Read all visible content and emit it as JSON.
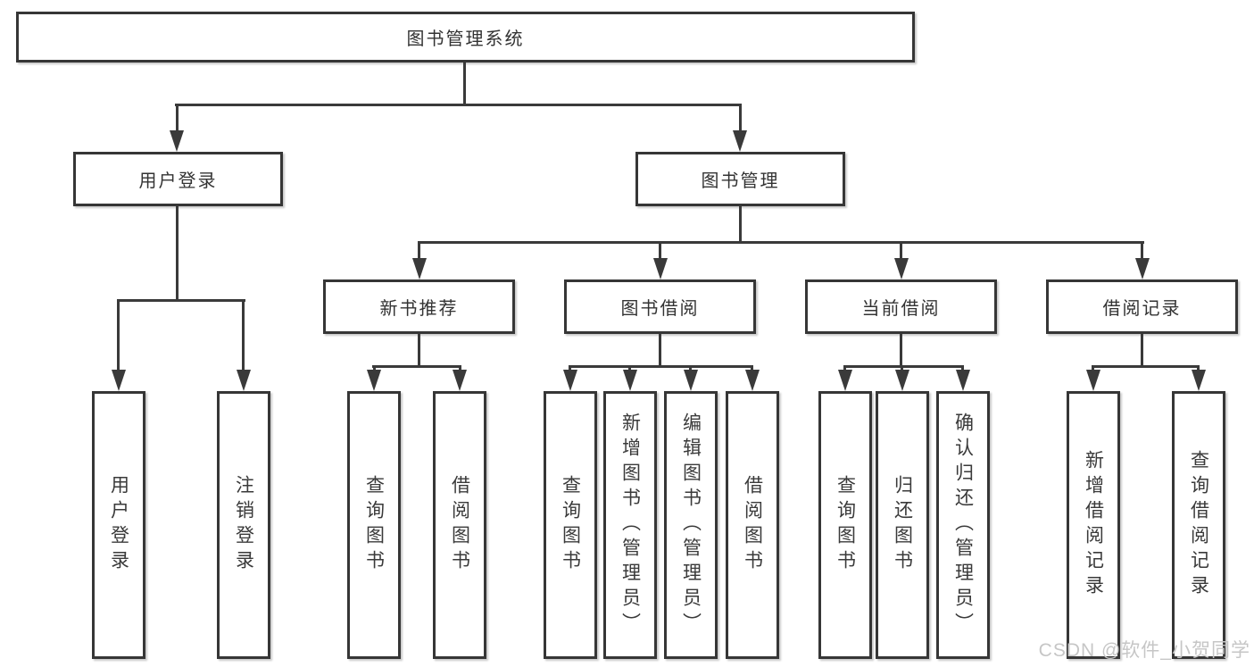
{
  "diagram": {
    "root": "图书管理系统",
    "branches": [
      {
        "label": "用户登录",
        "children": [
          "用户登录",
          "注销登录"
        ]
      },
      {
        "label": "图书管理",
        "groups": [
          {
            "label": "新书推荐",
            "children": [
              "查询图书",
              "借阅图书"
            ]
          },
          {
            "label": "图书借阅",
            "children": [
              "查询图书",
              "新增图书（管理员）",
              "编辑图书（管理员）",
              "借阅图书"
            ]
          },
          {
            "label": "当前借阅",
            "children": [
              "查询图书",
              "归还图书",
              "确认归还（管理员）"
            ]
          },
          {
            "label": "借阅记录",
            "children": [
              "新增借阅记录",
              "查询借阅记录"
            ]
          }
        ]
      }
    ],
    "watermark": "CSDN @软件_小贺同学",
    "colors": {
      "line": "#3a3a3a",
      "border": "#363636",
      "text": "#333333",
      "watermark": "#c6c6c6"
    }
  }
}
